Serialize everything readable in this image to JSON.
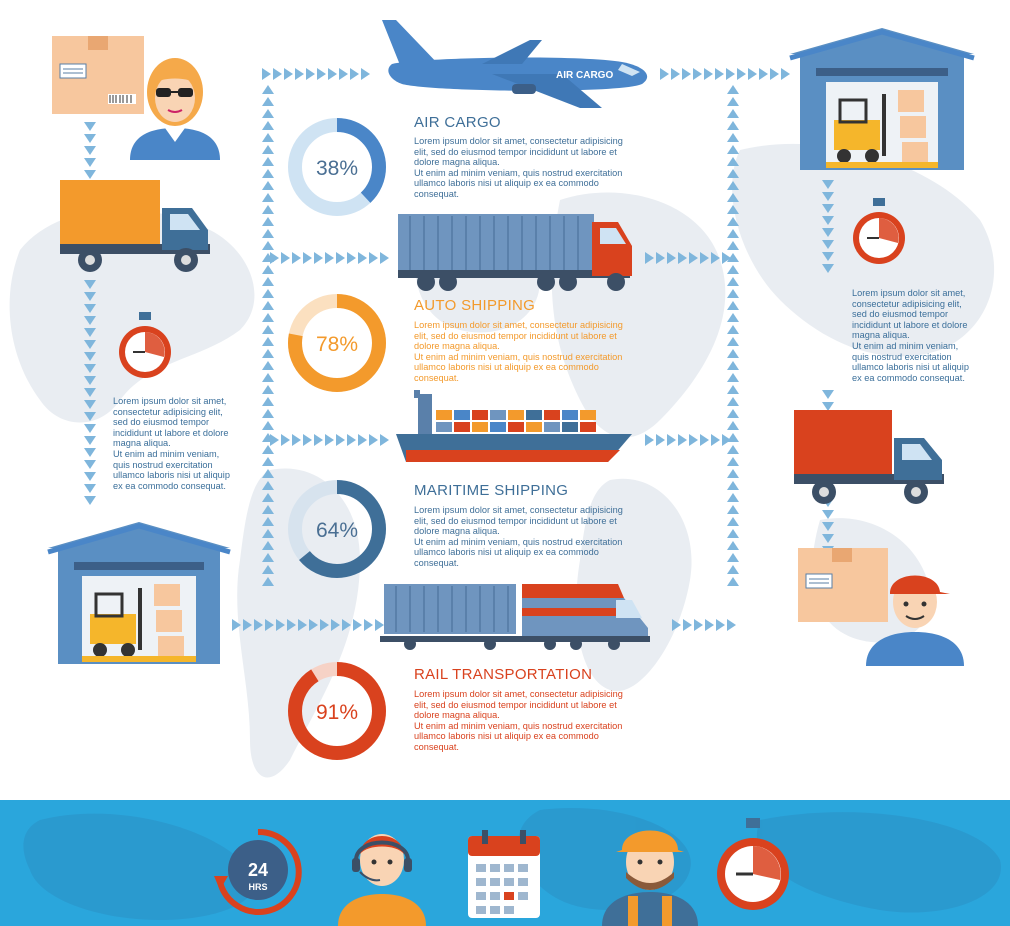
{
  "colors": {
    "air": "#4a86c8",
    "auto": "#f39a2c",
    "maritime": "#3f6f98",
    "rail": "#d9421e",
    "arrow": "#7fb6dc",
    "map": "#e9edf2",
    "footer": "#2aa6dc",
    "text": "#3b6f9a"
  },
  "plane_label": "AIR CARGO",
  "stages": [
    {
      "title": "AIR CARGO",
      "percent": 38,
      "percent_label": "38%",
      "text": "Lorem ipsum dolor sit amet, consectetur adipisicing\nelit, sed do eiusmod tempor incididunt ut labore et\ndolore magna aliqua.\nUt enim ad minim veniam, quis nostrud exercitation\nullamco laboris nisi ut aliquip ex ea commodo\nconsequat."
    },
    {
      "title": "AUTO SHIPPING",
      "percent": 78,
      "percent_label": "78%",
      "text": "Lorem ipsum dolor sit amet, consectetur adipisicing\nelit, sed do eiusmod tempor incididunt ut labore et\ndolore magna aliqua.\nUt enim ad minim veniam, quis nostrud exercitation\nullamco laboris nisi ut aliquip ex ea commodo\nconsequat."
    },
    {
      "title": "MARITIME SHIPPING",
      "percent": 64,
      "percent_label": "64%",
      "text": "Lorem ipsum dolor sit amet, consectetur adipisicing\nelit, sed do eiusmod tempor incididunt ut labore et\ndolore magna aliqua.\nUt enim ad minim veniam, quis nostrud exercitation\nullamco laboris nisi ut aliquip ex ea commodo\nconsequat."
    },
    {
      "title": "RAIL TRANSPORTATION",
      "percent": 91,
      "percent_label": "91%",
      "text": "Lorem ipsum dolor sit amet, consectetur adipisicing\nelit, sed do eiusmod tempor incididunt ut labore et\ndolore magna aliqua.\nUt enim ad minim veniam, quis nostrud exercitation\nullamco laboris nisi ut aliquip ex ea commodo\nconsequat."
    }
  ],
  "left_text": "Lorem ipsum dolor sit amet,\nconsectetur adipisicing elit,\nsed do eiusmod tempor\nincididunt ut labore et dolore\nmagna aliqua.\nUt enim ad minim veniam,\nquis nostrud exercitation\nullamco laboris nisi ut aliquip\nex ea commodo consequat.",
  "right_text": "Lorem ipsum dolor sit amet,\nconsectetur adipisicing elit,\nsed do eiusmod tempor\nincididunt ut labore et dolore\nmagna aliqua.\nUt enim ad minim veniam,\nquis nostrud exercitation\nullamco laboris nisi ut aliquip\nex ea commodo consequat.",
  "footer": {
    "clock_label": "24",
    "clock_sub": "HRS"
  }
}
